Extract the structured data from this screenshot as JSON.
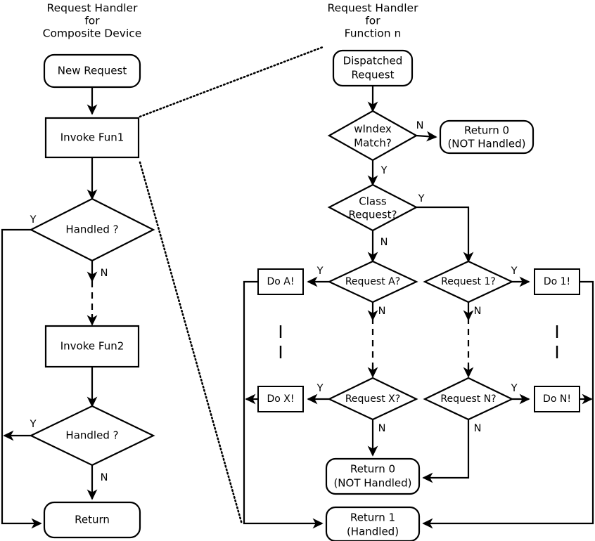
{
  "diagram": {
    "type": "flowchart",
    "title_left": {
      "line1": "Request Handler",
      "line2": "for",
      "line3": "Composite Device"
    },
    "title_right": {
      "line1": "Request Handler",
      "line2": "for",
      "line3": "Function n"
    },
    "colors": {
      "stroke": "#000000",
      "fill": "#ffffff",
      "background": "#ffffff"
    },
    "left_flow": {
      "nodes": {
        "new_request": "New Request",
        "invoke_fun1": "Invoke Fun1",
        "handled_1": "Handled ?",
        "invoke_fun2": "Invoke Fun2",
        "handled_2": "Handled ?",
        "return": "Return"
      },
      "labels": {
        "handled1_yes": "Y",
        "handled1_no": "N",
        "handled2_yes": "Y",
        "handled2_no": "N"
      }
    },
    "right_flow": {
      "nodes": {
        "dispatched_request_l1": "Dispatched",
        "dispatched_request_l2": "Request",
        "windex_match_l1": "wIndex",
        "windex_match_l2": "Match?",
        "return0_top_l1": "Return 0",
        "return0_top_l2": "(NOT Handled)",
        "class_request_l1": "Class",
        "class_request_l2": "Request?",
        "request_a": "Request A?",
        "request_1": "Request 1?",
        "request_x": "Request X?",
        "request_n": "Request N?",
        "do_a": "Do A!",
        "do_1": "Do 1!",
        "do_x": "Do X!",
        "do_n": "Do N!",
        "return0_bottom_l1": "Return 0",
        "return0_bottom_l2": "(NOT Handled)",
        "return1_l1": "Return 1",
        "return1_l2": "(Handled)"
      },
      "labels": {
        "windex_no": "N",
        "windex_yes": "Y",
        "class_yes": "Y",
        "class_no": "N",
        "request_a_yes": "Y",
        "request_a_no": "N",
        "request_1_yes": "Y",
        "request_1_no": "N",
        "request_x_yes": "Y",
        "request_x_no": "N",
        "request_n_yes": "Y",
        "request_n_no": "N"
      }
    }
  }
}
